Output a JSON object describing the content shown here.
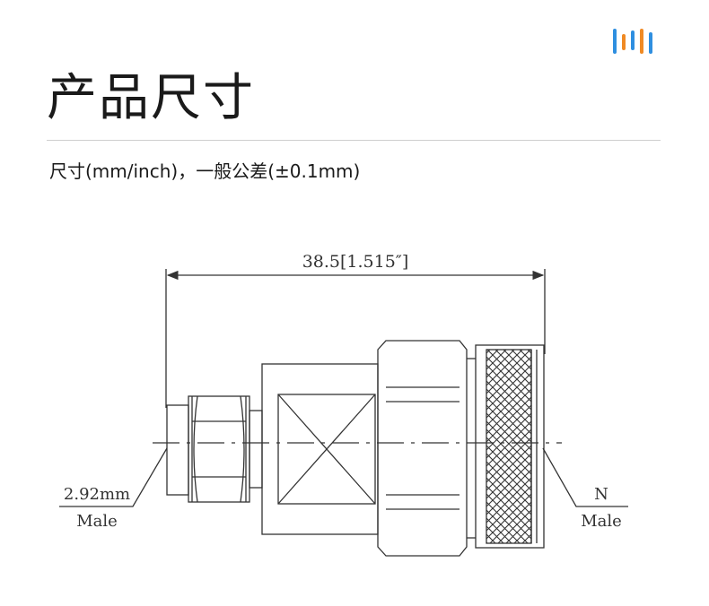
{
  "header": {
    "title": "产品尺寸",
    "subtitle": "尺寸(mm/inch)，一般公差(±0.1mm)"
  },
  "brand": {
    "logo_colors": [
      "#2f8fe0",
      "#f08a24",
      "#2f8fe0",
      "#f08a24",
      "#2f8fe0"
    ]
  },
  "drawing": {
    "overall_length": "38.5[1.515″]",
    "left_connector": {
      "size": "2.92mm",
      "gender": "Male"
    },
    "right_connector": {
      "size": "N",
      "gender": "Male"
    }
  }
}
